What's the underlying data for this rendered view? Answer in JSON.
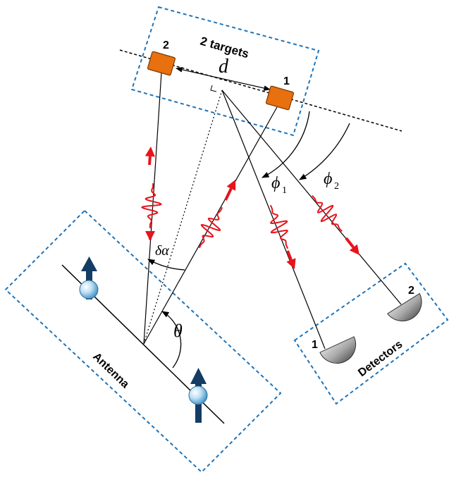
{
  "boxes": {
    "targets_title": "2 targets",
    "antenna_title": "Antenna",
    "detectors_title": "Detectors"
  },
  "targets": {
    "target_1_label": "1",
    "target_2_label": "2",
    "separation_symbol": "d"
  },
  "detectors": {
    "detector_1_label": "1",
    "detector_2_label": "2"
  },
  "angles": {
    "theta": "θ",
    "delta_alpha": "δα",
    "phi_symbol": "ϕ",
    "phi1_sub": "1",
    "phi2_sub": "2"
  },
  "colors": {
    "box_border": "#1f73b7",
    "target_fill": "#e8700f",
    "pulse": "#e6141c",
    "spin_arrow": "#143c64"
  }
}
